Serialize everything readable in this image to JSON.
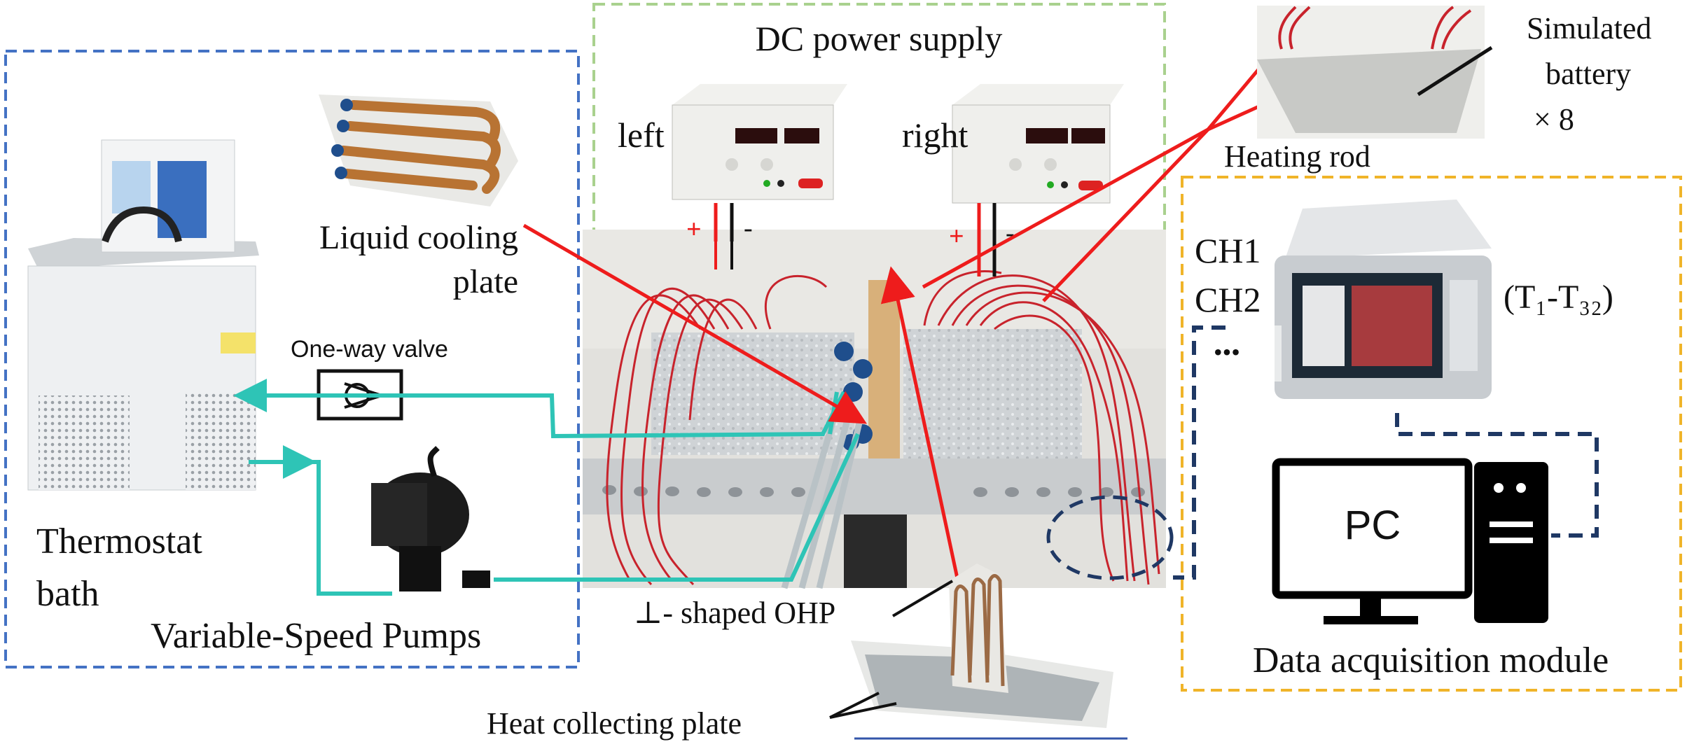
{
  "labels": {
    "dc_power_supply": "DC power supply",
    "left": "left",
    "right": "right",
    "plus": "+",
    "minus": "-",
    "liquid_cooling_plate_line1": "Liquid cooling",
    "liquid_cooling_plate_line2": "plate",
    "one_way_valve": "One-way valve",
    "thermostat_bath_line1": "Thermostat",
    "thermostat_bath_line2": "bath",
    "variable_speed_pumps": "Variable-Speed Pumps",
    "shaped_ohp": "⊥- shaped OHP",
    "heat_collecting_plate": "Heat collecting plate",
    "heating_rod": "Heating rod",
    "simulated_battery_line1": "Simulated",
    "simulated_battery_line2": "battery",
    "simulated_battery_line3": "× 8",
    "ch1": "CH1",
    "ch2": "CH2",
    "ellipsis": "•••",
    "t_range": "(T₁-T₃₂)",
    "pc": "PC",
    "data_acquisition_module": "Data acquisition module"
  },
  "colors": {
    "blue_box": "#4472c4",
    "green_box": "#a9d18e",
    "orange_box": "#f0b429",
    "red_arrow": "#ee1c1c",
    "teal_pipe": "#2ec4b6",
    "navy_dash": "#1f3864"
  }
}
